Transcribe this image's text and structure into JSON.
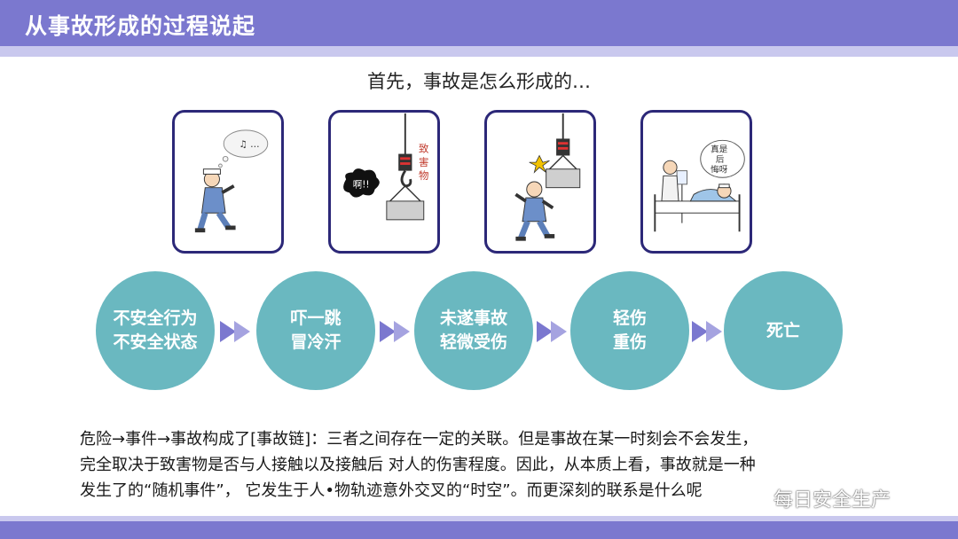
{
  "header": {
    "title": "从事故形成的过程说起"
  },
  "subtitle": "首先，事故是怎么形成的…",
  "panels": [
    {
      "bubble_text": "♫ …"
    },
    {
      "bubble_text": "啊!!",
      "side_text": [
        "致",
        "害",
        "物"
      ]
    },
    {
      "bubble_text": ""
    },
    {
      "bubble_text": [
        "真是",
        "后",
        "悔呀"
      ]
    }
  ],
  "stages": [
    {
      "line1": "不安全行为",
      "line2": "不安全状态"
    },
    {
      "line1": "吓一跳",
      "line2": "冒冷汗"
    },
    {
      "line1": "未遂事故",
      "line2": "轻微受伤"
    },
    {
      "line1": "轻伤",
      "line2": "重伤"
    },
    {
      "line1": "死亡",
      "line2": ""
    }
  ],
  "description": {
    "line1": "危险→事件→事故构成了[事故链]：三者之间存在一定的关联。但是事故在某一时刻会不会发生，",
    "line2": "完全取决于致害物是否与人接触以及接触后  对人的伤害程度。因此，从本质上看，事故就是一种",
    "line3": "发生了的“随机事件”，  它发生于人•物轨迹意外交叉的“时空”。而更深刻的联系是什么呢"
  },
  "watermark": {
    "text": "每日安全生产",
    "icon": "wechat-icon"
  },
  "colors": {
    "bar": "#7b78cf",
    "bar_light": "#c9c8ee",
    "circle": "#6ab8c0",
    "panel_border": "#2c2878",
    "arrow": "#7b78cf"
  }
}
